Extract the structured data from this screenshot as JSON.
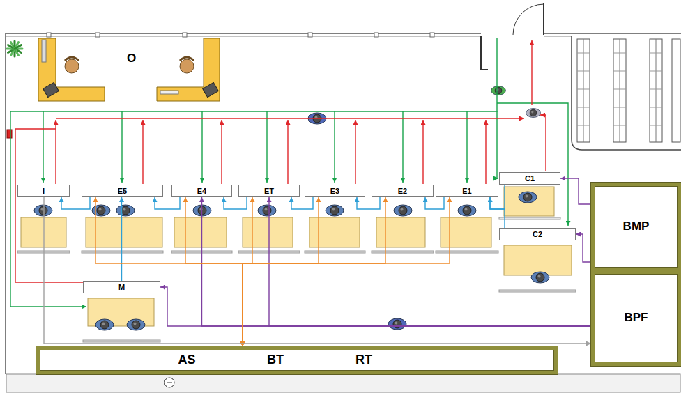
{
  "diagram": {
    "nodes": [
      {
        "text": [
          "I"
        ]
      },
      {
        "text": [
          "E5"
        ]
      },
      {
        "text": [
          "E4"
        ]
      },
      {
        "text": [
          "ET"
        ]
      },
      {
        "text": [
          "E3"
        ]
      },
      {
        "text": [
          "E2"
        ]
      },
      {
        "text": [
          "E1"
        ]
      },
      {
        "text": [
          "C1"
        ]
      },
      {
        "text": [
          "C2"
        ]
      },
      {
        "text": [
          "M"
        ]
      },
      {
        "text": [
          "BMP"
        ]
      },
      {
        "text": [
          "BPF"
        ]
      },
      {
        "text": [
          "AS",
          "BT",
          "RT"
        ]
      }
    ],
    "edges": [
      {
        "from": 6,
        "to": 5,
        "arrow": "to"
      },
      {
        "from": 5,
        "to": 4,
        "arrow": "to"
      },
      {
        "from": 4,
        "to": 3,
        "arrow": "to"
      },
      {
        "from": 3,
        "to": 2,
        "arrow": "to"
      },
      {
        "from": 2,
        "to": 1,
        "arrow": "to"
      },
      {
        "from": 1,
        "to": 0,
        "arrow": "to"
      },
      {
        "from": 7,
        "to": 6,
        "arrow": "to"
      },
      {
        "from": 8,
        "to": 6,
        "arrow": "to"
      },
      {
        "from": 9,
        "to": 1,
        "arrow": "to"
      },
      {
        "from": 10,
        "to": 7,
        "arrow": "to"
      },
      {
        "from": 10,
        "to": 8,
        "arrow": "to"
      },
      {
        "from": 11,
        "to": 9,
        "arrow": "to"
      },
      {
        "from": 11,
        "to": 3,
        "arrow": "to"
      },
      {
        "from": 11,
        "to": 2,
        "arrow": "to"
      },
      {
        "from": 12,
        "to": 6,
        "arrow": "both"
      },
      {
        "from": 12,
        "to": 5,
        "arrow": "both"
      },
      {
        "from": 12,
        "to": 4,
        "arrow": "both"
      },
      {
        "from": 12,
        "to": 3,
        "arrow": "both"
      },
      {
        "from": 12,
        "to": 2,
        "arrow": "both"
      },
      {
        "from": 12,
        "to": 1,
        "arrow": "both"
      },
      {
        "from": 0,
        "to": 11,
        "arrow": "to"
      }
    ],
    "labels": [
      "O"
    ]
  }
}
